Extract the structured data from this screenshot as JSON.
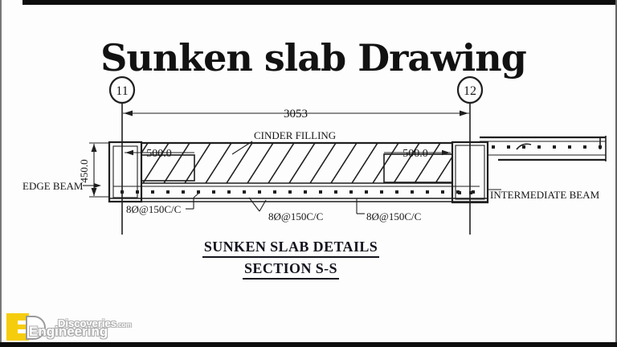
{
  "title": "Sunken slab Drawing",
  "grid": {
    "left_bubble": "11",
    "right_bubble": "12"
  },
  "dimensions": {
    "span": "3053",
    "left_drop": "500.0",
    "right_drop": "500.0",
    "depth": "450.0"
  },
  "labels": {
    "cinder": "CINDER FILLING",
    "edge_beam": "EDGE BEAM",
    "intermediate_beam": "INTERMEDIATE BEAM",
    "rebar1": "8Ø@150C/C",
    "rebar2": "8Ø@150C/C",
    "rebar3": "8Ø@150C/C"
  },
  "caption": {
    "title": "SUNKEN SLAB DETAILS",
    "subtitle": "SECTION S-S"
  },
  "logo": {
    "discoveries": "Discoveries",
    "com": ".com",
    "engineering": "Engineering"
  },
  "colors": {
    "line": "#1f1f1f",
    "paper": "#fdfdfd",
    "bar": "#0d0d0d",
    "logo_yellow": "#f6cd0c"
  }
}
